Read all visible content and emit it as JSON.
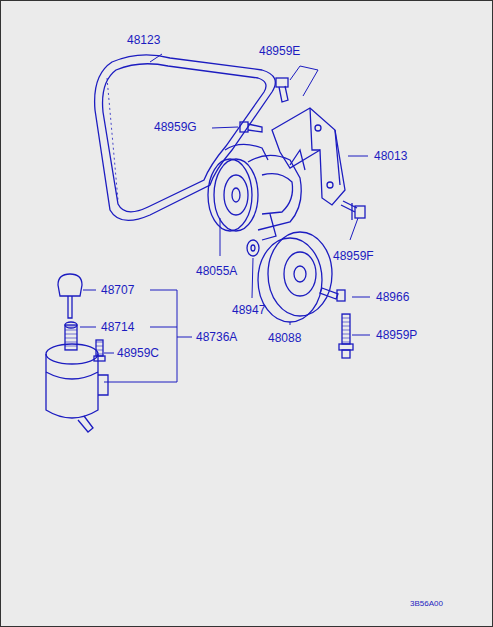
{
  "diagram": {
    "labels": [
      "48123",
      "48959E",
      "48959G",
      "48013",
      "48959F",
      "48055A",
      "48947",
      "48966",
      "48088",
      "48959P",
      "48707",
      "48714",
      "48736A",
      "48959C",
      "3B56A00"
    ]
  }
}
